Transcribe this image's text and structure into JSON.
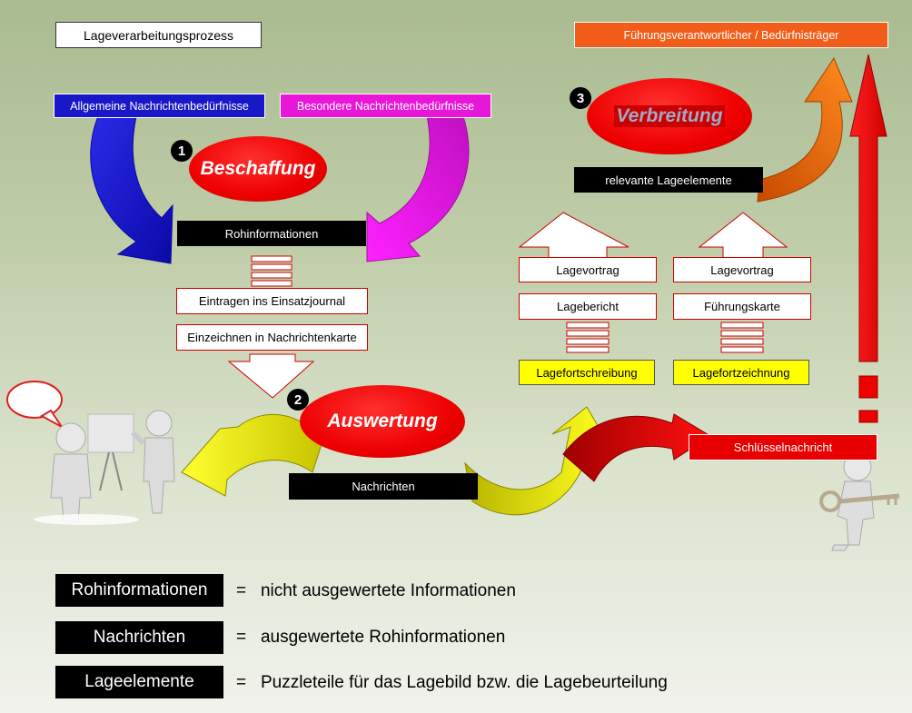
{
  "title": "Lageverarbeitungsprozess",
  "top_right_label": "Führungsverantwortlicher / Bedürfnisträger",
  "needs": {
    "general": "Allgemeine Nachrichtenbedürfnisse",
    "special": "Besondere Nachrichtenbedürfnisse"
  },
  "steps": [
    {
      "number": "1",
      "label": "Beschaffung"
    },
    {
      "number": "2",
      "label": "Auswertung"
    },
    {
      "number": "3",
      "label": "Verbreitung"
    }
  ],
  "raw_info": "Rohinformationen",
  "processing": [
    "Eintragen ins Einsatzjournal",
    "Einzeichnen in Nachrichtenkarte"
  ],
  "messages": "Nachrichten",
  "relevant_elements": "relevante Lageelemente",
  "left_column": {
    "items": [
      "Lagevortrag",
      "Lagebericht"
    ],
    "base": "Lagefortschreibung"
  },
  "right_column": {
    "items": [
      "Lagevortrag",
      "Führungskarte"
    ],
    "base": "Lagefortzeichnung"
  },
  "key_message": "Schlüsselnachricht",
  "legend": [
    {
      "term": "Rohinformationen",
      "definition": "nicht ausgewertete Informationen"
    },
    {
      "term": "Nachrichten",
      "definition": "ausgewertete Rohinformationen"
    },
    {
      "term": "Lageelemente",
      "definition": "Puzzleteile für das Lagebild bzw. die Lagebeurteilung"
    }
  ],
  "equals_sign": "=",
  "colors": {
    "blue": "#1818c8",
    "magenta": "#e816d8",
    "orange": "#f25e1a",
    "red": "#e80000",
    "yellow": "#ffff00"
  }
}
